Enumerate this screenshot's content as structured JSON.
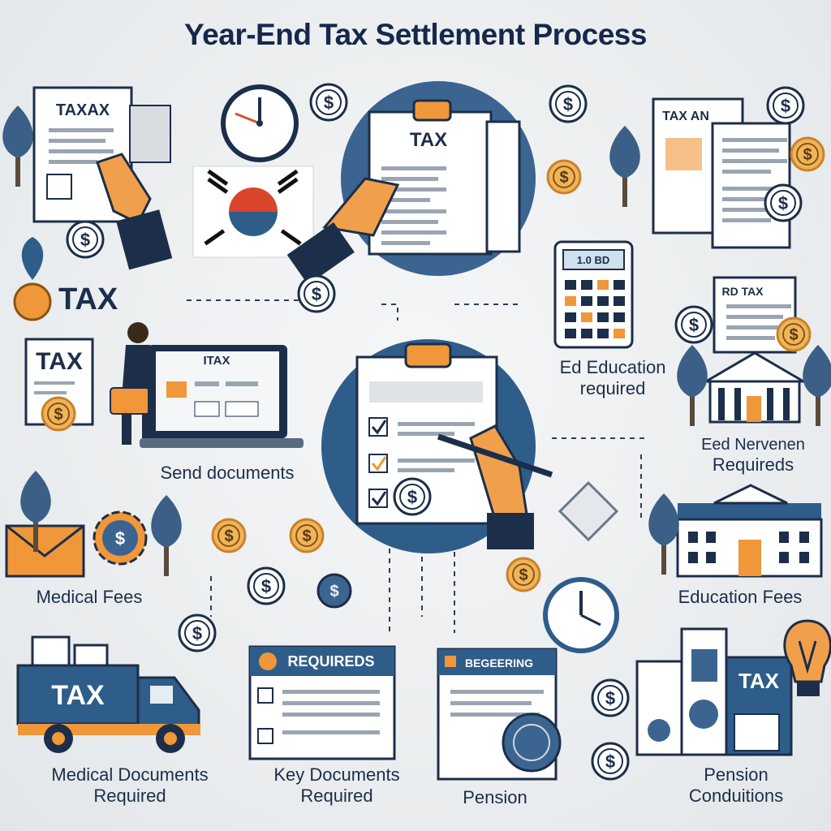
{
  "title": "Year-End Tax Settlement Process",
  "labels": {
    "tax_left": "TAX",
    "education_required": "Ed Education",
    "education_required_2": "required",
    "send_documents": "Send documents",
    "nerv_requireds": "Eed Nervenen",
    "nerv_requireds_2": "Requireds",
    "medical_fees": "Medical Fees",
    "education_fees": "Education Fees",
    "medical_documents": "Medical Documents",
    "medical_documents_2": "Required",
    "key_documents": "Key Documents",
    "key_documents_2": "Required",
    "pension": "Pension",
    "pension_conditions": "Pension",
    "pension_conditions_2": "Conduitions"
  },
  "cards": {
    "top_left_doc": "TAXAX",
    "top_center_doc": "TAX",
    "top_right_doc": "TAX AN",
    "laptop_screen": "ITAX",
    "left_doc": "TAX",
    "right_doc": "RD TAX",
    "truck": "TAX",
    "requireds_doc": "REQUIREDS",
    "pension_doc": "BEGEERING",
    "bottom_right_box": "TAX",
    "calculator_screen": "1.0 BD"
  },
  "colors": {
    "navy": "#1c2e4a",
    "steel_blue": "#2f5d8a",
    "orange": "#f0973a",
    "paper": "#ffffff",
    "background": "#eef0f1"
  },
  "icons": [
    "document-icon",
    "clock-icon",
    "korean-flag-icon",
    "coin-icon",
    "hand-icon",
    "clipboard-icon",
    "calculator-icon",
    "laptop-icon",
    "building-icon",
    "truck-icon",
    "lightbulb-icon",
    "tree-icon",
    "envelope-icon",
    "person-icon",
    "checkbox-icon",
    "pen-icon"
  ]
}
